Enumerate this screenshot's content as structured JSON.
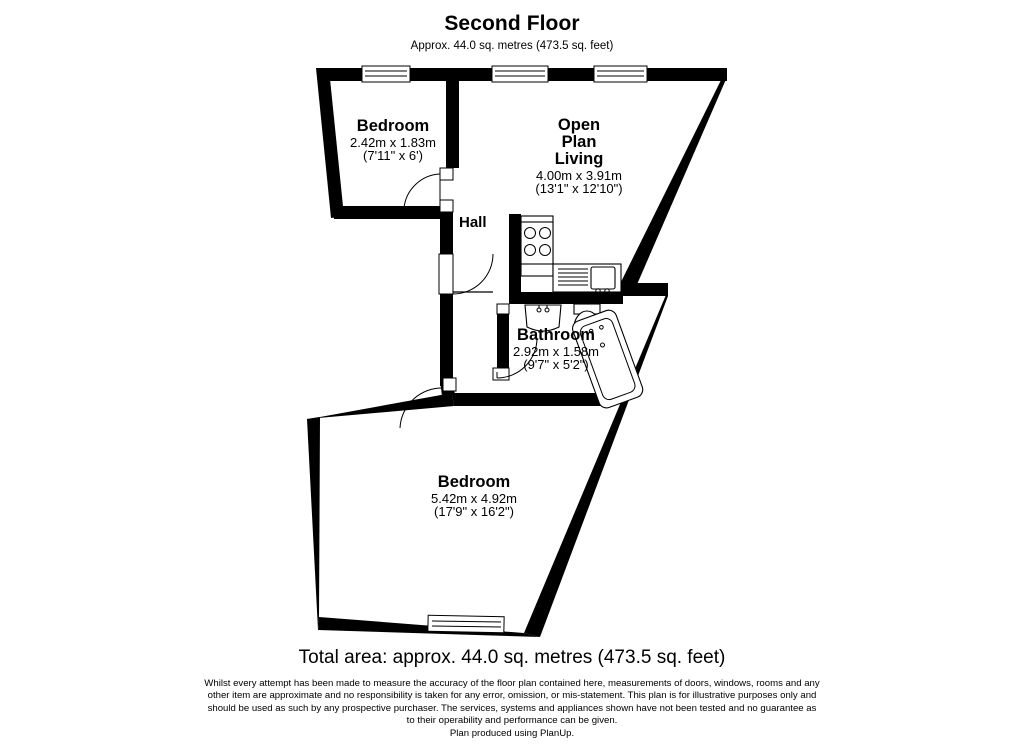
{
  "header": {
    "title": "Second Floor",
    "subtitle": "Approx. 44.0 sq. metres (473.5 sq. feet)"
  },
  "rooms": [
    {
      "id": "bedroom-top",
      "name": "Bedroom",
      "dim_metric": "2.42m x 1.83m",
      "dim_imperial": "(7'11\" x 6')"
    },
    {
      "id": "open-plan-living",
      "name_line1": "Open",
      "name_line2": "Plan",
      "name_line3": "Living",
      "dim_metric": "4.00m x 3.91m",
      "dim_imperial": "(13'1\" x 12'10\")"
    },
    {
      "id": "bathroom",
      "name": "Bathroom",
      "dim_metric": "2.92m x 1.58m",
      "dim_imperial": "(9'7\" x 5'2\")"
    },
    {
      "id": "bedroom-bottom",
      "name": "Bedroom",
      "dim_metric": "5.42m x 4.92m",
      "dim_imperial": "(17'9\" x 16'2\")"
    }
  ],
  "hall": {
    "label": "Hall"
  },
  "footer": {
    "total_area": "Total area: approx. 44.0 sq. metres (473.5 sq. feet)",
    "disclaimer_line1": "Whilst every attempt has been made to measure the accuracy of the floor plan contained here, measurements of doors, windows, rooms and any",
    "disclaimer_line2": "other item are approximate and no responsibility is taken for any error, omission, or mis-statement.  This plan is for illustrative purposes only and",
    "disclaimer_line3": "should be used as such by any prospective purchaser.  The services, systems and appliances shown have not been tested and no guarantee as",
    "disclaimer_line4": "to their operability and performance can be given.",
    "disclaimer_line5": "Plan produced using PlanUp."
  },
  "colors": {
    "wall": "#000000",
    "background": "#ffffff",
    "text": "#000000"
  },
  "fixtures": {
    "hob": "hob-four-burner",
    "sink": "kitchen-sink",
    "counter": "kitchen-counter",
    "washbasin": "washbasin",
    "toilet": "toilet",
    "bathtub": "bathtub"
  },
  "openings": {
    "windows": 4,
    "doors": 3
  }
}
